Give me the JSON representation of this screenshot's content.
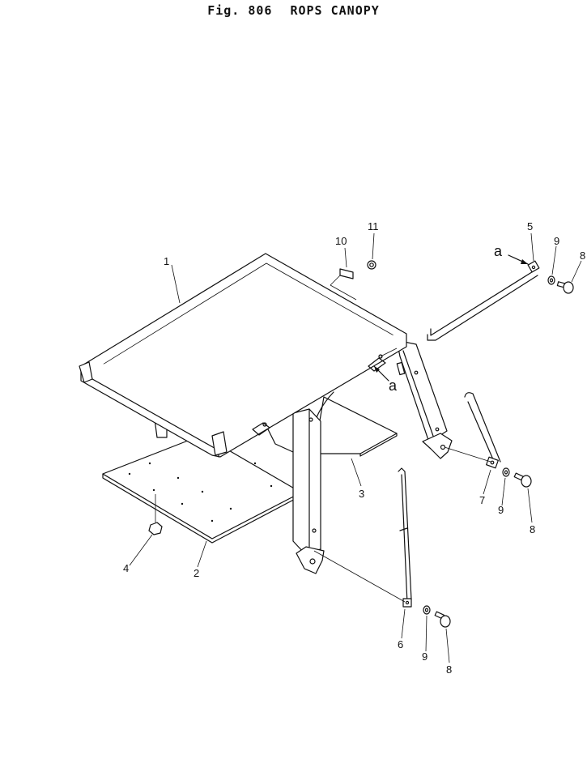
{
  "figure": {
    "number": "Fig. 806",
    "title": "ROPS CANOPY"
  },
  "callouts": {
    "c1": "1",
    "c2": "2",
    "c3": "3",
    "c4": "4",
    "c5": "5",
    "c6": "6",
    "c7": "7",
    "c8a": "8",
    "c8b": "8",
    "c8c": "8",
    "c9a": "9",
    "c9b": "9",
    "c9c": "9",
    "c10": "10",
    "c11": "11",
    "ref_a1": "a",
    "ref_a2": "a"
  }
}
